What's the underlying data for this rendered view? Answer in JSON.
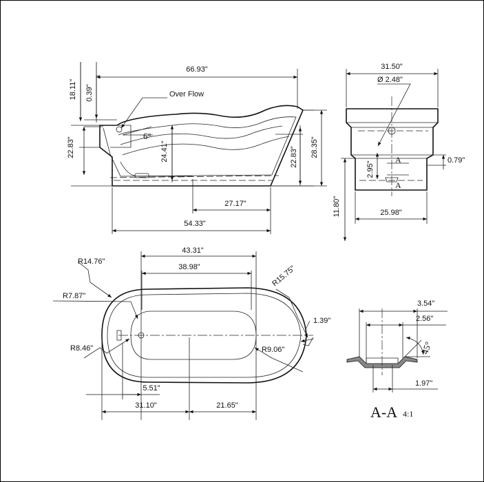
{
  "side_view": {
    "overall_length": "66.93\"",
    "overall_height": "28.35\"",
    "rim_height_left": "18.11\"",
    "rim_offset": "0.39\"",
    "body_height_left": "22.83\"",
    "inner_depth": "24.41\"",
    "body_height_right": "22.83\"",
    "angle": "6°",
    "overflow_label": "Over Flow",
    "drain_to_end": "27.17\"",
    "base_length": "54.33\""
  },
  "end_view": {
    "overall_width": "31.50\"",
    "drain_diameter": "Ø 2.48\"",
    "section_marker_top": "A",
    "section_marker_bottom": "A",
    "drain_height": "2.95\"",
    "rim_thickness": "0.79\"",
    "base_height": "11.80\"",
    "base_width": "25.98\""
  },
  "top_view": {
    "inner_length": "43.31\"",
    "inner_flat_length": "38.98\"",
    "radius_outer_left": "R14.76\"",
    "radius_outer_right": "R15.75\"",
    "radius_inner_left": "R7.87\"",
    "radius_drain": "R8.46\"",
    "radius_inner_right": "R9.06\"",
    "rim_width_right": "1.39\"",
    "drain_offset": "5.51\"",
    "length_left": "31.10\"",
    "length_right": "21.65\""
  },
  "section_aa": {
    "outer_width": "3.54\"",
    "middle_width": "2.56\"",
    "angle": "45°",
    "inner_width": "1.97\"",
    "title": "A-A",
    "scale": "4:1"
  }
}
